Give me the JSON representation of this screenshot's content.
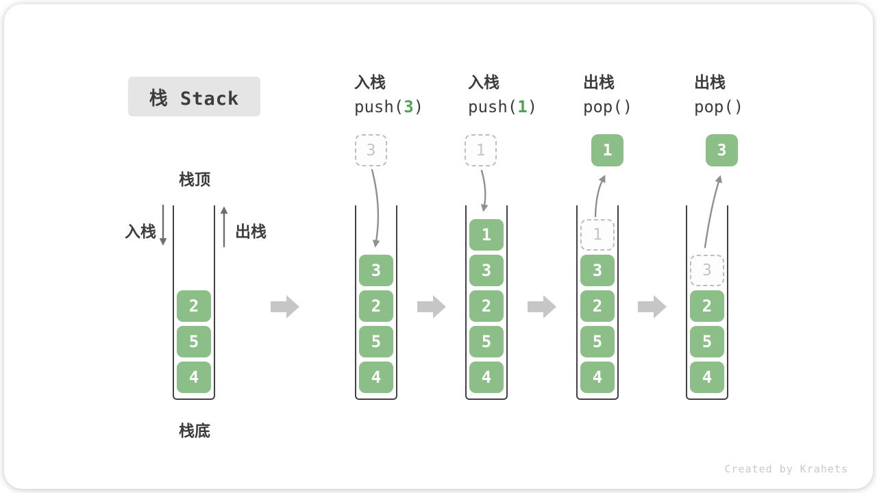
{
  "title": "栈 Stack",
  "labels": {
    "stack_top": "栈顶",
    "stack_bottom": "栈底",
    "push_side": "入栈",
    "pop_side": "出栈"
  },
  "operations": [
    {
      "name": "入栈",
      "code_before": "push(",
      "arg": "3",
      "code_after": ")"
    },
    {
      "name": "入栈",
      "code_before": "push(",
      "arg": "1",
      "code_after": ")"
    },
    {
      "name": "出栈",
      "code_before": "pop()",
      "arg": "",
      "code_after": ""
    },
    {
      "name": "出栈",
      "code_before": "pop()",
      "arg": "",
      "code_after": ""
    }
  ],
  "floats": [
    {
      "value": "3",
      "style": "dashed"
    },
    {
      "value": "1",
      "style": "dashed"
    },
    {
      "value": "1",
      "style": "solid"
    },
    {
      "value": "3",
      "style": "solid"
    }
  ],
  "stacks": [
    {
      "ghost": null,
      "blocks": [
        "2",
        "5",
        "4"
      ]
    },
    {
      "ghost": null,
      "blocks": [
        "3",
        "2",
        "5",
        "4"
      ]
    },
    {
      "ghost": null,
      "blocks": [
        "1",
        "3",
        "2",
        "5",
        "4"
      ]
    },
    {
      "ghost": "1",
      "blocks": [
        "3",
        "2",
        "5",
        "4"
      ]
    },
    {
      "ghost": "3",
      "blocks": [
        "2",
        "5",
        "4"
      ]
    }
  ],
  "watermark": "Created by Krahets",
  "colors": {
    "block-green": "#8CBE88",
    "accent-green": "#53A158",
    "text-dark": "#3C3C3C",
    "arrow-dark": "#6E6E6E",
    "arrow-gray": "#8F8F8F",
    "block-arrow": "#C6C6C6",
    "ghost-border": "#BDBDBD",
    "ghost-text": "#C4C4C4",
    "title-bg": "#E5E5E5",
    "watermark": "#C9C9C9",
    "tube-border": "#414141"
  }
}
